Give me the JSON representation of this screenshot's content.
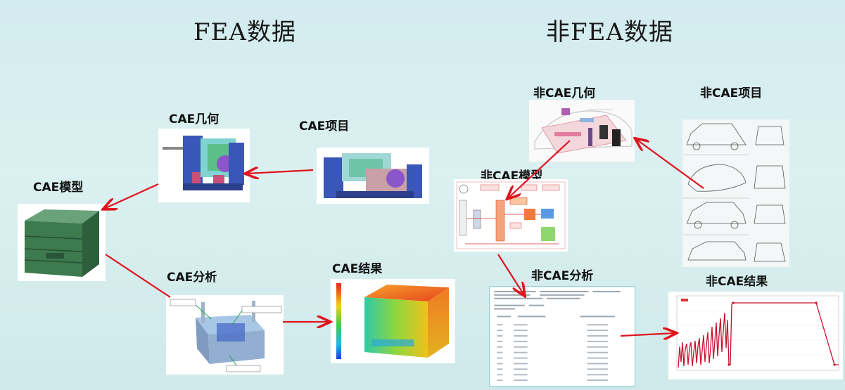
{
  "titles": {
    "fea": "FEA数据",
    "non_fea": "非FEA数据"
  },
  "fea": {
    "geometry": "CAE几何",
    "project": "CAE项目",
    "model": "CAE模型",
    "analysis": "CAE分析",
    "result": "CAE结果"
  },
  "non_fea": {
    "geometry": "非CAE几何",
    "project": "非CAE项目",
    "model": "非CAE模型",
    "analysis": "非CAE分析",
    "result": "非CAE结果"
  },
  "colors": {
    "arrow": "#e0141e",
    "mold_blue": "#3a57b8",
    "mold_green": "#3d7a4e"
  }
}
